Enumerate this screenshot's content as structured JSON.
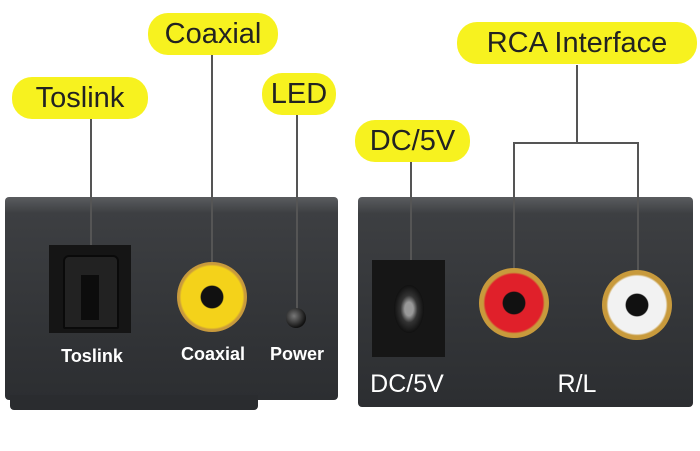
{
  "callouts": {
    "toslink": "Toslink",
    "coaxial": "Coaxial",
    "led": "LED",
    "dc": "DC/5V",
    "rca": "RCA Interface"
  },
  "front_panel": {
    "toslink": "Toslink",
    "coaxial": "Coaxial",
    "power": "Power"
  },
  "back_panel": {
    "dc": "DC/5V",
    "rl": "R/L"
  },
  "colors": {
    "callout": "#f7f21f",
    "panel": "#333538",
    "coax": "#f4d21a",
    "red": "#e0202a",
    "white": "#f2f2f2",
    "gold": "#c89a3c"
  }
}
